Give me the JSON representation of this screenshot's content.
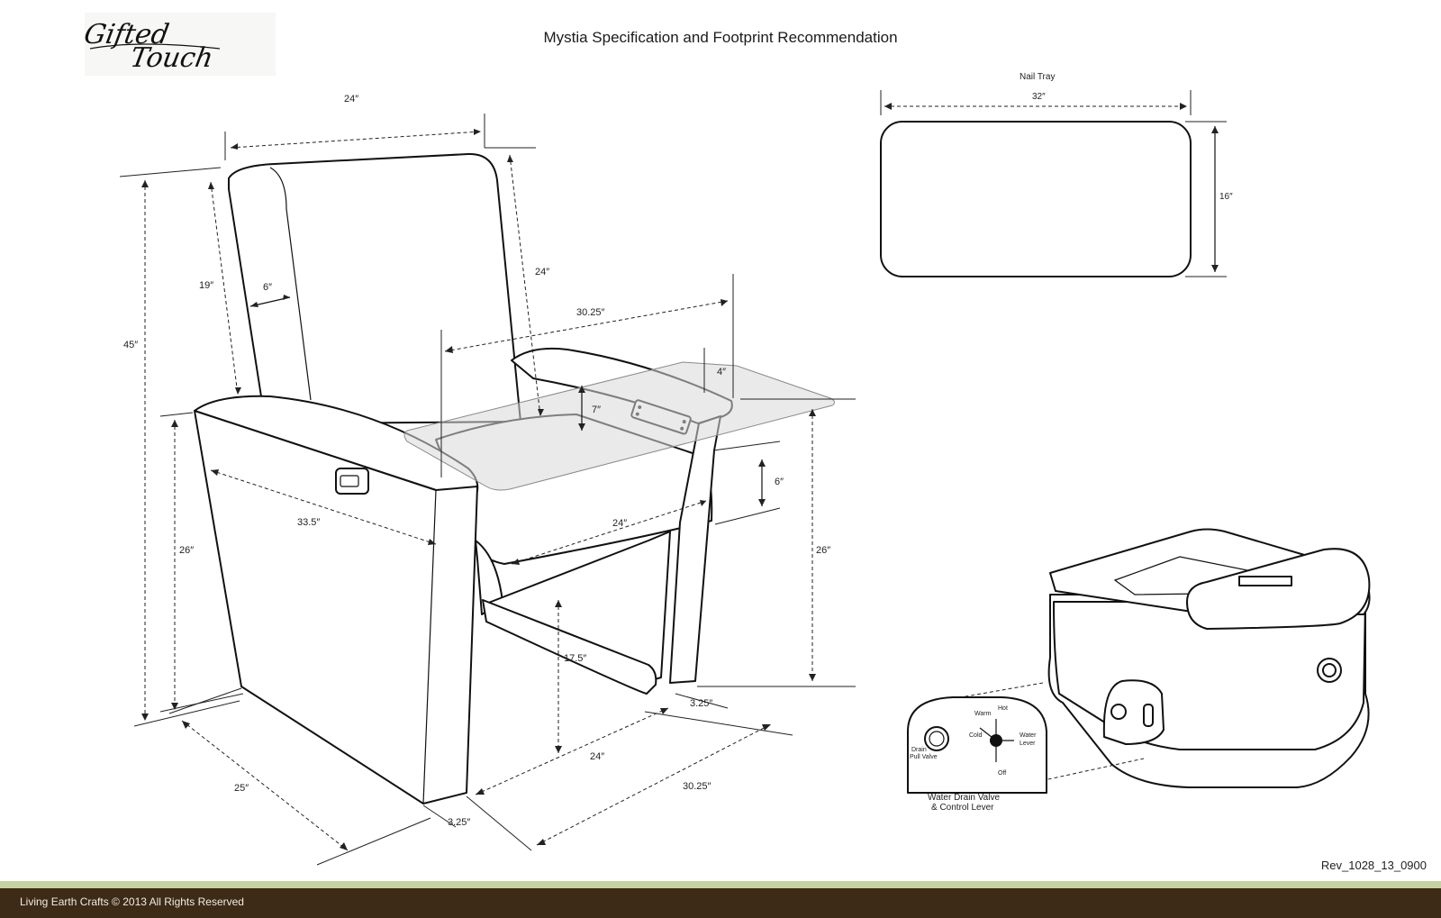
{
  "header": {
    "logo_text": "Gifted Touch",
    "title": "Mystia Specification and Footprint Recommendation"
  },
  "chair_dimensions": {
    "seat_width_top": "24″",
    "overall_height": "45″",
    "back_height": "19″",
    "back_thickness": "6″",
    "back_depth": "24″",
    "tray_reach": "30.25″",
    "tray_edge": "4″",
    "tray_gap": "7″",
    "footrest_gap": "6″",
    "armrest_length": "33.5″",
    "seat_width": "24″",
    "arm_height_left": "26″",
    "tray_height": "26″",
    "footrest_height": "17.5″",
    "leg_thickness_right": "3.25″",
    "base_width": "24″",
    "depth": "25″",
    "base_depth": "30.25″",
    "leg_thickness_left": "3.25″"
  },
  "nail_tray": {
    "title": "Nail Tray",
    "width": "32″",
    "height": "16″"
  },
  "valve_panel": {
    "drain_label_1": "Drain",
    "drain_label_2": "Pull Valve",
    "hot": "Hot",
    "warm": "Warm",
    "cold": "Cold",
    "water": "Water",
    "lever": "Lever",
    "off": "Off",
    "caption_1": "Water Drain Valve",
    "caption_2": "& Control Lever"
  },
  "revision": "Rev_1028_13_0900",
  "footer": {
    "copyright": "Living Earth Crafts © 2013 All Rights Reserved"
  },
  "colors": {
    "footer_bg": "#3d2a17",
    "footer_stripe": "#c6d2a2",
    "tray_glass": "#d9d9d9"
  }
}
